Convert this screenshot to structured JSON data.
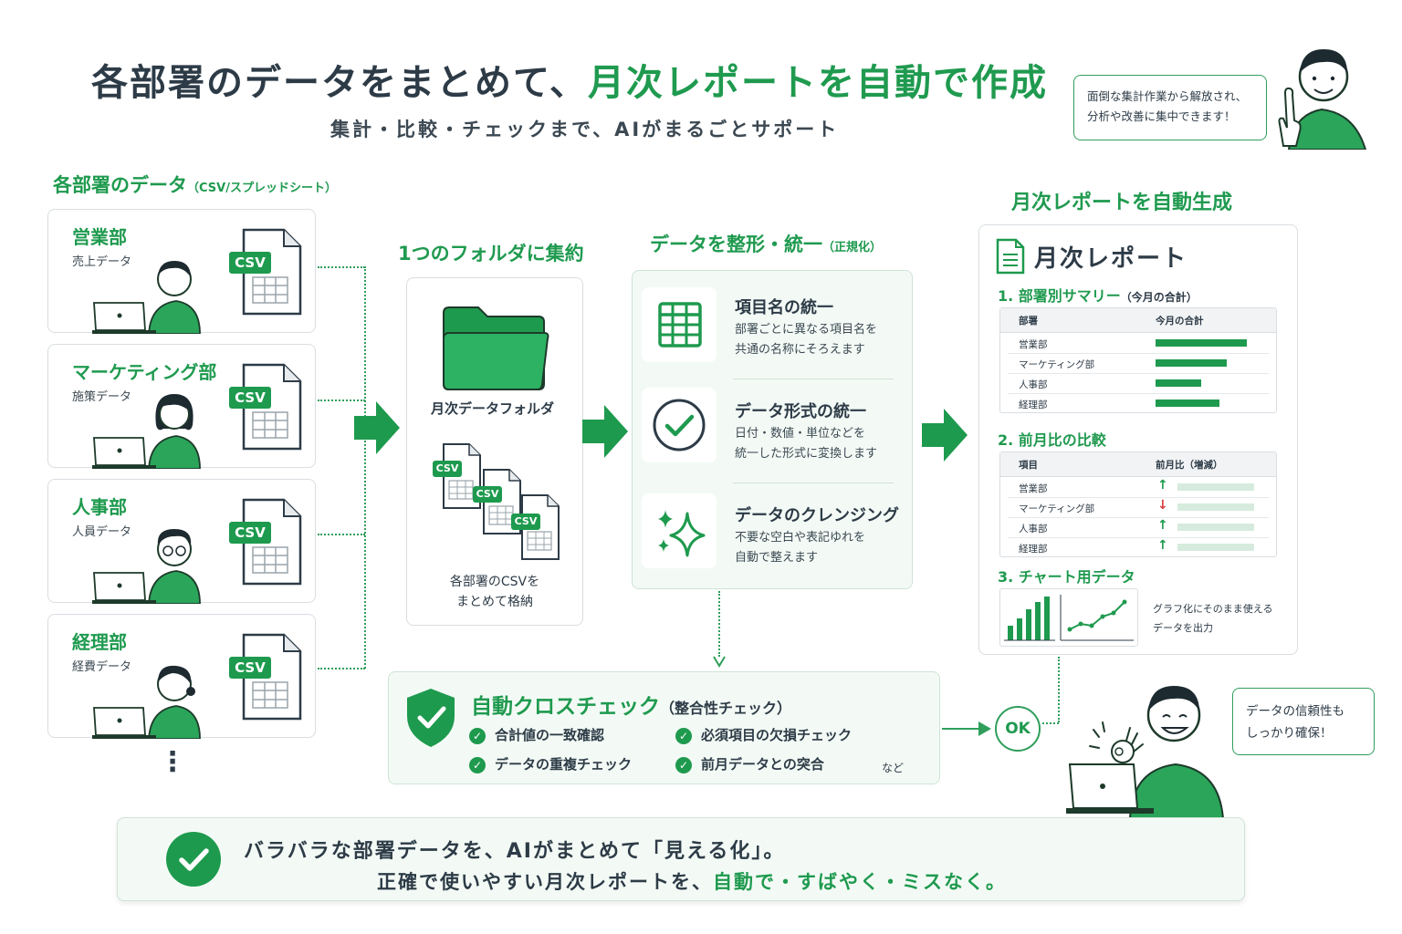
{
  "header": {
    "title_part1": "各部署のデータをまとめて、",
    "title_part2": "月次レポート",
    "title_part3": "を自動で作成",
    "subtitle": "集計・比較・チェックまで、AIがまるごとサポート"
  },
  "speech_top": {
    "line1": "面倒な集計作業から解放され、",
    "line2": "分析や改善に集中できます！"
  },
  "departments_section": {
    "label": "各部署のデータ",
    "label_note": "（CSV/スプレッドシート）",
    "csv_label": "CSV",
    "items": [
      {
        "name": "営業部",
        "data": "売上データ"
      },
      {
        "name": "マーケティング部",
        "data": "施策データ"
      },
      {
        "name": "人事部",
        "data": "人員データ"
      },
      {
        "name": "経理部",
        "data": "経費データ"
      }
    ],
    "more": "⋮"
  },
  "folder_section": {
    "label": "1つのフォルダに集約",
    "folder_name": "月次データフォルダ",
    "csv_label": "CSV",
    "caption_line1": "各部署のCSVを",
    "caption_line2": "まとめて格納"
  },
  "normalize_section": {
    "label": "データを整形・統一",
    "label_note": "（正規化）",
    "steps": [
      {
        "icon": "table-icon",
        "title": "項目名の統一",
        "desc1": "部署ごとに異なる項目名を",
        "desc2": "共通の名称にそろえます"
      },
      {
        "icon": "check-circle-icon",
        "title": "データ形式の統一",
        "desc1": "日付・数値・単位などを",
        "desc2": "統一した形式に変換します"
      },
      {
        "icon": "sparkle-icon",
        "title": "データのクレンジング",
        "desc1": "不要な空白や表記ゆれを",
        "desc2": "自動で整えます"
      }
    ]
  },
  "report_section": {
    "label": "月次レポートを自動生成",
    "doc_title": "月次レポート",
    "summary": {
      "heading": "1. 部署別サマリー",
      "heading_note": "（今月の合計）",
      "col1": "部署",
      "col2": "今月の合計",
      "rows": [
        {
          "label": "営業部",
          "value": 100
        },
        {
          "label": "マーケティング部",
          "value": 78
        },
        {
          "label": "人事部",
          "value": 50
        },
        {
          "label": "経理部",
          "value": 70
        }
      ]
    },
    "comparison": {
      "heading": "2. 前月比の比較",
      "col1": "項目",
      "col2": "前月比（増減）",
      "rows": [
        {
          "label": "営業部",
          "direction": "up",
          "arrow": "↑"
        },
        {
          "label": "マーケティング部",
          "direction": "down",
          "arrow": "↓"
        },
        {
          "label": "人事部",
          "direction": "up",
          "arrow": "↑"
        },
        {
          "label": "経理部",
          "direction": "up",
          "arrow": "↑"
        }
      ]
    },
    "chart": {
      "heading": "3. チャート用データ",
      "note_line1": "グラフ化にそのまま使える",
      "note_line2": "データを出力"
    }
  },
  "crosscheck": {
    "title": "自動クロスチェック",
    "title_note": "（整合性チェック）",
    "items": [
      "合計値の一致確認",
      "必須項目の欠損チェック",
      "データの重複チェック",
      "前月データとの突合"
    ],
    "etc": "など",
    "ok": "OK"
  },
  "speech_bottom": {
    "line1": "データの信頼性も",
    "line2": "しっかり確保！"
  },
  "footer": {
    "line1": "バラバラな部署データを、AIがまとめて「見える化」。",
    "line2_part1": "正確で使いやすい月次レポートを、",
    "line2_part2": "自動で・すばやく・ミスなく。"
  },
  "colors": {
    "accent": "#1e9a4e",
    "text": "#2d3b47",
    "light_green": "#f3faf5"
  }
}
